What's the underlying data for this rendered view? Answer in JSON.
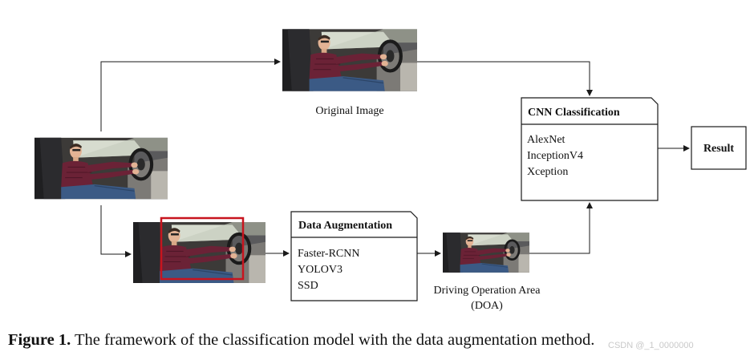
{
  "diagram": {
    "original_image_label": "Original Image",
    "doa_label_line1": "Driving Operation Area",
    "doa_label_line2": "(DOA)",
    "data_augmentation": {
      "title": "Data Augmentation",
      "items": [
        "Faster-RCNN",
        "YOLOV3",
        "SSD"
      ]
    },
    "cnn_classification": {
      "title": "CNN Classification",
      "items": [
        "AlexNet",
        "InceptionV4",
        "Xception"
      ]
    },
    "result_label": "Result"
  },
  "caption": {
    "label": "Figure 1.",
    "text": " The framework of the classification model with the data augmentation method."
  },
  "watermark": "CSDN @_1_0000000",
  "colors": {
    "line": "#1a1a1a",
    "detection_box": "#c8141e",
    "seat": "#2e2e30",
    "shirt": "#6b2236",
    "jeans": "#3b5a85",
    "skin": "#e3b394",
    "window": "#d7dccf"
  }
}
